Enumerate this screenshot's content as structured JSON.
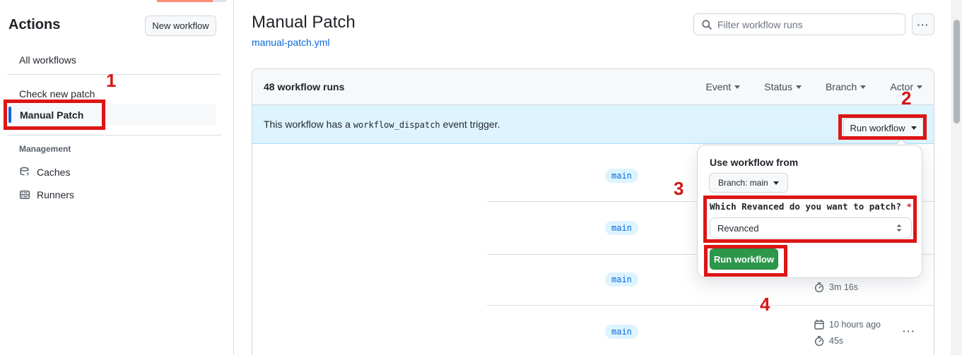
{
  "sidebar": {
    "title": "Actions",
    "new_workflow": "New workflow",
    "items": [
      {
        "label": "All workflows"
      },
      {
        "label": "Check new patch"
      },
      {
        "label": "Manual Patch",
        "selected": true
      }
    ],
    "management": {
      "label": "Management",
      "items": [
        {
          "label": "Caches",
          "icon": "cache-icon"
        },
        {
          "label": "Runners",
          "icon": "server-icon"
        }
      ]
    }
  },
  "main": {
    "title": "Manual Patch",
    "workflow_file": "manual-patch.yml",
    "search_placeholder": "Filter workflow runs",
    "more_glyph": "···"
  },
  "runs": {
    "count": "48 workflow runs",
    "filters": [
      {
        "label": "Event"
      },
      {
        "label": "Status"
      },
      {
        "label": "Branch"
      },
      {
        "label": "Actor"
      }
    ],
    "banner": {
      "before": "This workflow has a",
      "code": "workflow_dispatch",
      "after": "event trigger.",
      "button": "Run workflow"
    },
    "rows": [
      {
        "branch": "main"
      },
      {
        "branch": "main"
      },
      {
        "branch": "main",
        "duration": "3m 16s"
      },
      {
        "branch": "main",
        "started": "10 hours ago",
        "duration": "45s",
        "menu": "···"
      }
    ]
  },
  "dialog": {
    "heading": "Use workflow from",
    "branch_selector": "Branch: main",
    "input_label": "Which Revanced do you want to patch?",
    "required": "*",
    "input_value": "Revanced",
    "submit": "Run workflow"
  },
  "annotations": {
    "n1": "1",
    "n2": "2",
    "n3": "3",
    "n4": "4"
  },
  "colors": {
    "accent_blue": "#0969da",
    "button_green": "#2c974b",
    "annotation_red": "#dd1515",
    "banner_bg": "#ddf4ff",
    "branch_badge_bg": "#ddf4ff"
  }
}
